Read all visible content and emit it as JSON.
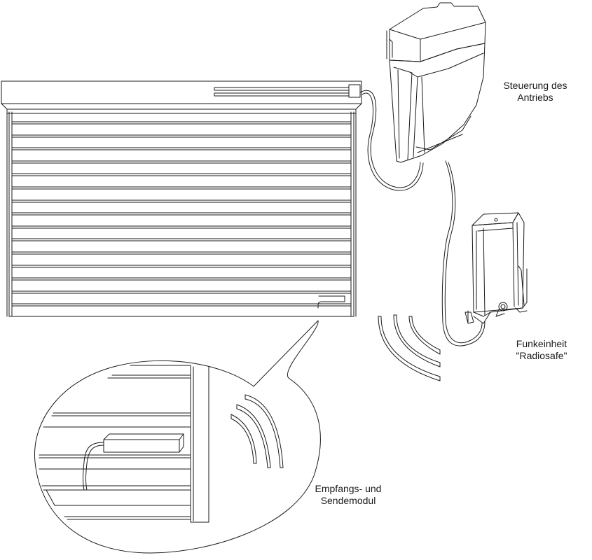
{
  "labels": {
    "controller": {
      "line1": "Steuerung des",
      "line2": "Antriebs"
    },
    "radio_unit": {
      "line1": "Funkeinheit",
      "line2": "\"Radiosafe\""
    },
    "module": {
      "line1": "Empfangs- und",
      "line2": "Sendemodul"
    }
  },
  "colors": {
    "stroke": "#1a1a1a",
    "background": "#ffffff"
  }
}
